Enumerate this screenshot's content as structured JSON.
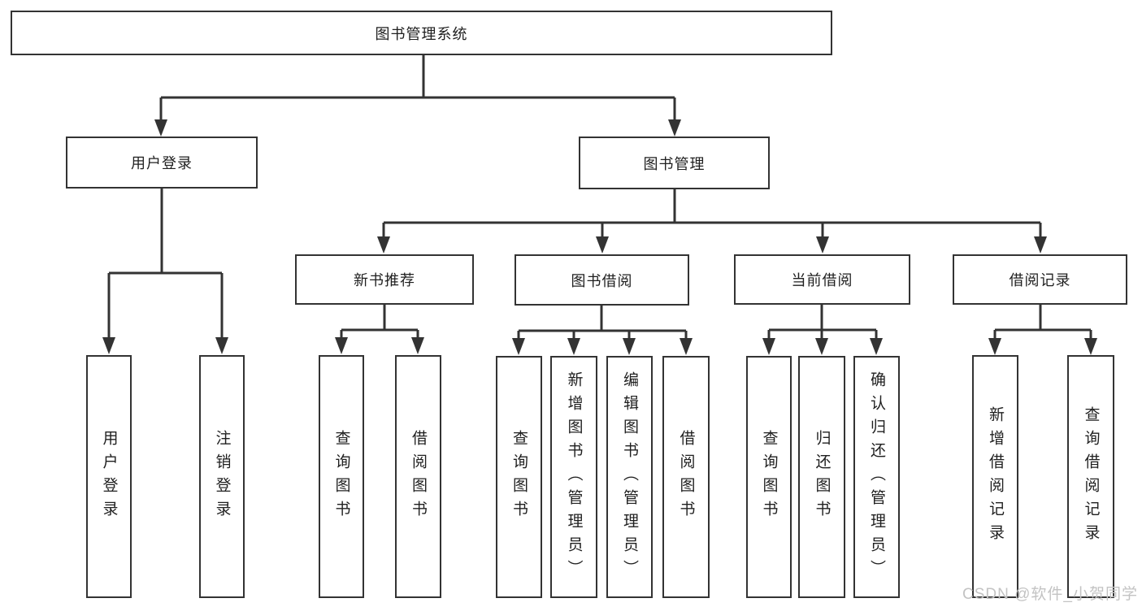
{
  "diagram": {
    "title": "图书管理系统",
    "level2": {
      "user_login": "用户登录",
      "book_management": "图书管理"
    },
    "level3": {
      "new_book_recommend": "新书推荐",
      "book_borrow": "图书借阅",
      "current_borrow": "当前借阅",
      "borrow_records": "借阅记录"
    },
    "leaves": {
      "user_login": "用户登录",
      "logout": "注销登录",
      "recommend_query_book": "查询图书",
      "recommend_borrow_book": "借阅图书",
      "borrow_query_book": "查询图书",
      "borrow_add_book": "新增图书（管理员）",
      "borrow_edit_book": "编辑图书（管理员）",
      "borrow_borrow_book": "借阅图书",
      "current_query_book": "查询图书",
      "current_return_book": "归还图书",
      "current_confirm_return": "确认归还（管理员）",
      "records_add_record": "新增借阅记录",
      "records_query_record": "查询借阅记录"
    }
  },
  "watermark": "CSDN @软件_小贺同学",
  "colors": {
    "line": "#333333",
    "text": "#1f1f1f",
    "watermark": "#c3c3c3",
    "background": "#ffffff"
  }
}
